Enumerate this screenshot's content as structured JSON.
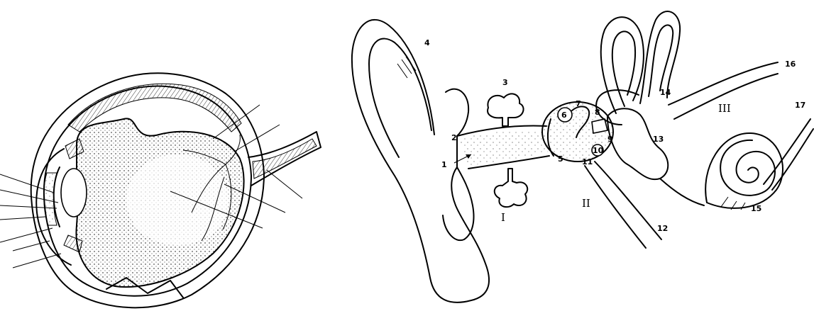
{
  "eye": {
    "leader_count": 12
  },
  "ear": {
    "labels": [
      "1",
      "2",
      "3",
      "4",
      "5",
      "6",
      "7",
      "8",
      "9",
      "10",
      "11",
      "12",
      "13",
      "14",
      "15",
      "16",
      "17"
    ],
    "regions": [
      "I",
      "II",
      "III"
    ]
  },
  "colors": {
    "ink": "#000000",
    "paper": "#ffffff"
  }
}
